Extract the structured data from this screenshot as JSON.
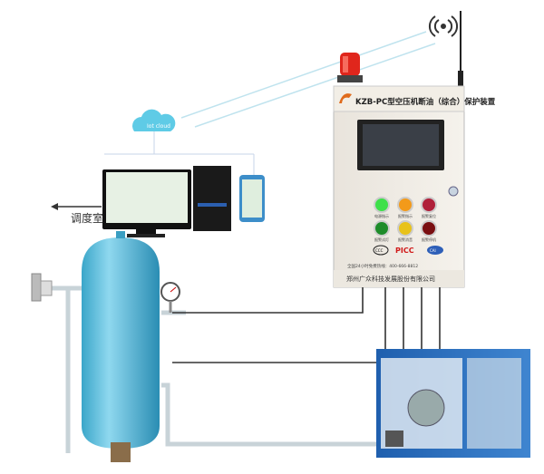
{
  "device": {
    "title": "KZB-PC型空压机断油（综合）保护装置",
    "hotline": "全国24小时免费热线：400-666-8812",
    "company": "郑州广众科技发展股份有限公司",
    "indicators": [
      {
        "label": "电源指示",
        "color": "#3ee04a"
      },
      {
        "label": "报警指示",
        "color": "#f39a1a"
      },
      {
        "label": "报警复位",
        "color": "#b0203a"
      },
      {
        "label": "报警试灯",
        "color": "#1e8c2a"
      },
      {
        "label": "报警消音",
        "color": "#e8c21a"
      },
      {
        "label": "报警停机",
        "color": "#7a0f12"
      }
    ],
    "badges": [
      "CCC",
      "PICC",
      "CAI"
    ]
  },
  "cloud": {
    "label": "Iot cloud"
  },
  "control_room": {
    "label": "调度室"
  }
}
